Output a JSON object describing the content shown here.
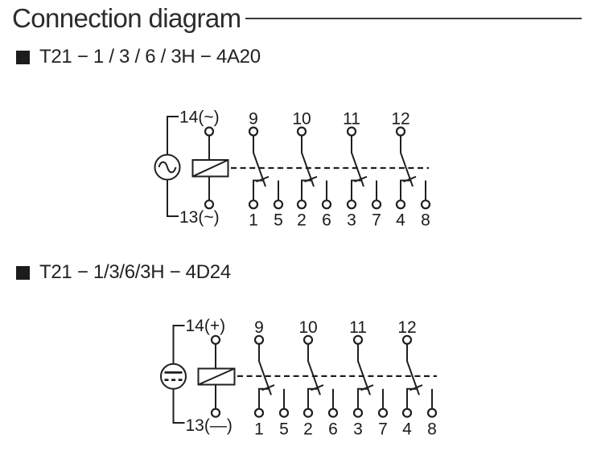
{
  "page": {
    "title": "Connection diagram"
  },
  "sections": [
    {
      "label": "T21 − 1 / 3 / 6 / 3H − 4A20"
    },
    {
      "label": "T21 − 1/3/6/3H − 4D24"
    }
  ],
  "diagram1": {
    "coil_top_label": "14(~)",
    "coil_bottom_label": "13(~)",
    "top_terminals": [
      "9",
      "10",
      "11",
      "12"
    ],
    "bottom_terminals": [
      "1",
      "5",
      "2",
      "6",
      "3",
      "7",
      "4",
      "8"
    ]
  },
  "diagram2": {
    "coil_top_label": "14(+)",
    "coil_bottom_label": "13(—)",
    "top_terminals": [
      "9",
      "10",
      "11",
      "12"
    ],
    "bottom_terminals": [
      "1",
      "5",
      "2",
      "6",
      "3",
      "7",
      "4",
      "8"
    ]
  },
  "colors": {
    "line": "#1f1f1f",
    "text": "#1b1b1b",
    "background": "#ffffff"
  }
}
